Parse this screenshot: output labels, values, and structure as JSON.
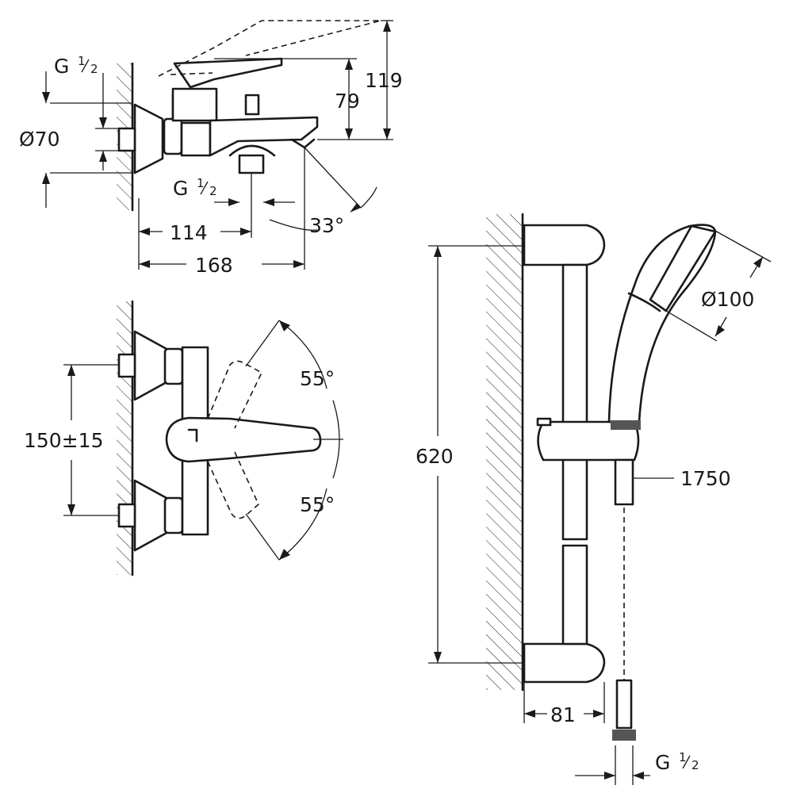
{
  "labels": {
    "g_half": "G",
    "g_half_num": "1",
    "g_half_den": "2",
    "dia_70": "Ø70",
    "dim_119": "119",
    "dim_79": "79",
    "dim_114": "114",
    "dim_168": "168",
    "angle_33": "33°",
    "dim_150": "150±15",
    "angle_55_top": "55°",
    "angle_55_bottom": "55°",
    "dim_620": "620",
    "dia_100": "Ø100",
    "dim_1750": "1750",
    "dim_81": "81"
  }
}
